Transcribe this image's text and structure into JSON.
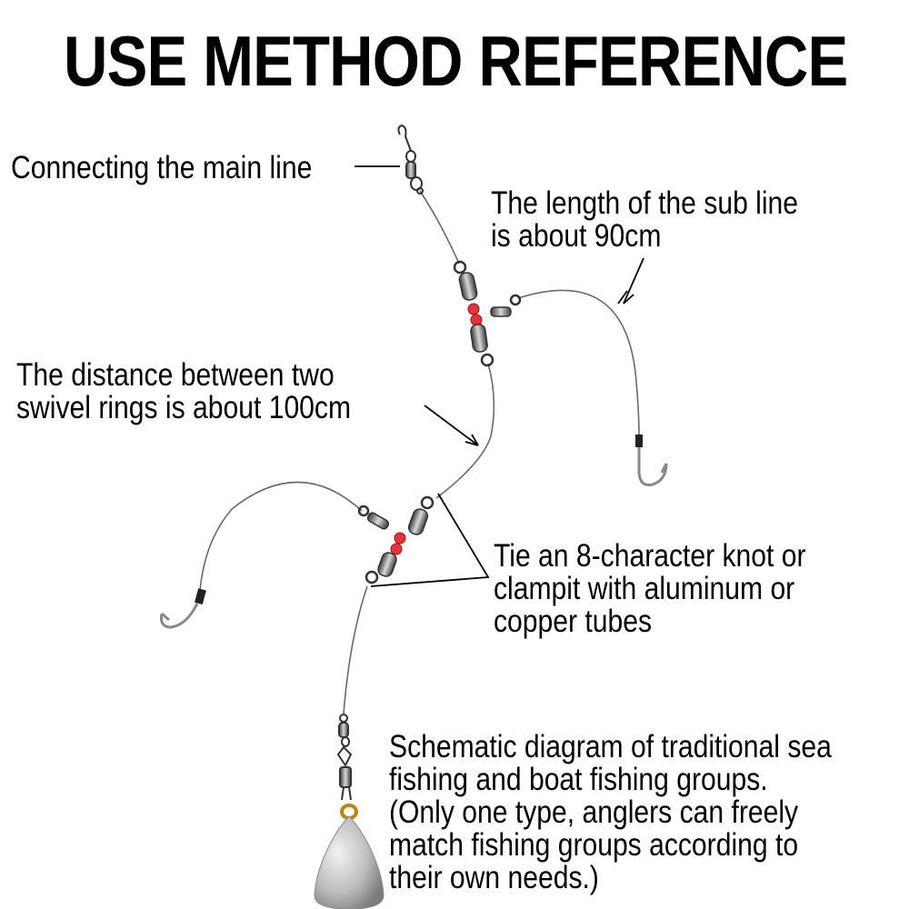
{
  "title": "USE METHOD REFERENCE",
  "labels": {
    "main_line": "Connecting the main line",
    "sub_line": [
      "The length of the sub line",
      "is about 90cm"
    ],
    "distance": [
      "The distance between two",
      "swivel rings is about 100cm"
    ],
    "knot": [
      "Tie an 8-character knot or",
      "clampit with aluminum or",
      "copper tubes"
    ],
    "schematic": [
      "Schematic diagram of traditional sea",
      "fishing and boat fishing groups.",
      "(Only one type, anglers can freely",
      "match fishing groups according to",
      "their own needs.)"
    ]
  },
  "colors": {
    "bead": "#e8323a",
    "line": "#555555",
    "metal": "#9a9a9a",
    "sinker": "#c9c9c9",
    "brass": "#b8860b"
  },
  "icons": [
    "snap-swivel-icon",
    "three-way-swivel-icon",
    "hook-icon",
    "sinker-icon",
    "bead-icon"
  ]
}
